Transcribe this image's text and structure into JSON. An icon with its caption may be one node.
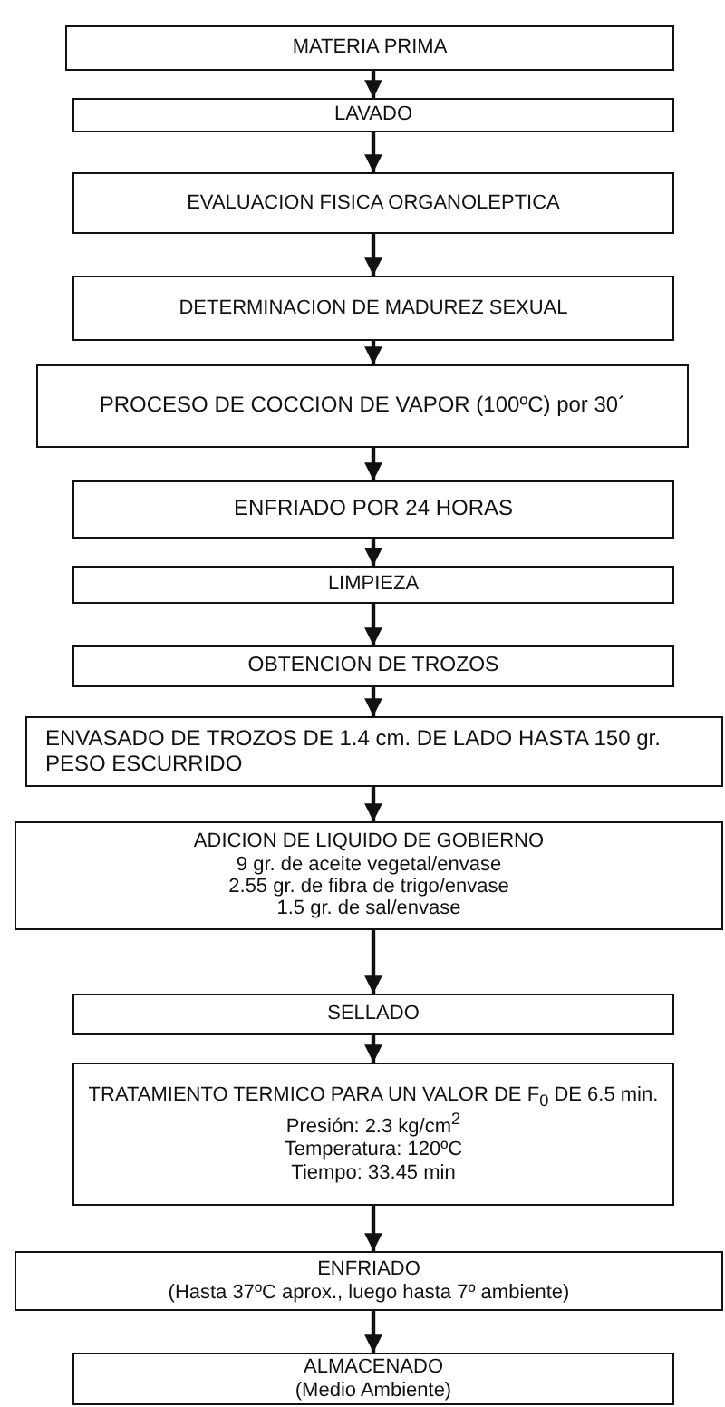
{
  "diagram": {
    "nodes": [
      {
        "text": [
          "MATERIA PRIMA"
        ]
      },
      {
        "text": [
          "LAVADO"
        ]
      },
      {
        "text": [
          "EVALUACION FISICA ORGANOLEPTICA"
        ]
      },
      {
        "text": [
          "DETERMINACION DE MADUREZ SEXUAL"
        ]
      },
      {
        "text": [
          "PROCESO DE COCCION DE VAPOR (100ºC) por 30´"
        ]
      },
      {
        "text": [
          "ENFRIADO POR 24 HORAS"
        ]
      },
      {
        "text": [
          "LIMPIEZA"
        ]
      },
      {
        "text": [
          "OBTENCION DE TROZOS"
        ]
      },
      {
        "text": [
          "ENVASADO DE TROZOS DE 1.4 cm. DE LADO HASTA 150 gr. PESO ESCURRIDO"
        ]
      },
      {
        "text": [
          "ADICION DE LIQUIDO DE GOBIERNO",
          "9 gr. de aceite vegetal/envase",
          "2.55 gr. de fibra de trigo/envase",
          "1.5 gr. de sal/envase"
        ]
      },
      {
        "text": [
          "SELLADO"
        ]
      },
      {
        "text": [
          "TRATAMIENTO TERMICO PARA UN VALOR DE F$_{0}$ DE 6.5 min.",
          "Presión: 2.3 kg/cm$^{2}$",
          "Temperatura: 120ºC",
          "Tiempo: 33.45 min"
        ]
      },
      {
        "text": [
          "ENFRIADO",
          "(Hasta 37ºC aprox., luego hasta 7º ambiente)"
        ]
      },
      {
        "text": [
          "ALMACENADO",
          "(Medio Ambiente)"
        ]
      }
    ],
    "edges": [
      {
        "from": 0,
        "to": 1,
        "arrow": "to"
      },
      {
        "from": 1,
        "to": 2,
        "arrow": "to"
      },
      {
        "from": 2,
        "to": 3,
        "arrow": "to"
      },
      {
        "from": 3,
        "to": 4,
        "arrow": "to"
      },
      {
        "from": 4,
        "to": 5,
        "arrow": "to"
      },
      {
        "from": 5,
        "to": 6,
        "arrow": "to"
      },
      {
        "from": 6,
        "to": 7,
        "arrow": "to"
      },
      {
        "from": 7,
        "to": 8,
        "arrow": "to"
      },
      {
        "from": 8,
        "to": 9,
        "arrow": "to"
      },
      {
        "from": 9,
        "to": 10,
        "arrow": "to"
      },
      {
        "from": 10,
        "to": 11,
        "arrow": "to"
      },
      {
        "from": 11,
        "to": 12,
        "arrow": "to"
      },
      {
        "from": 12,
        "to": 13,
        "arrow": "to"
      }
    ]
  }
}
